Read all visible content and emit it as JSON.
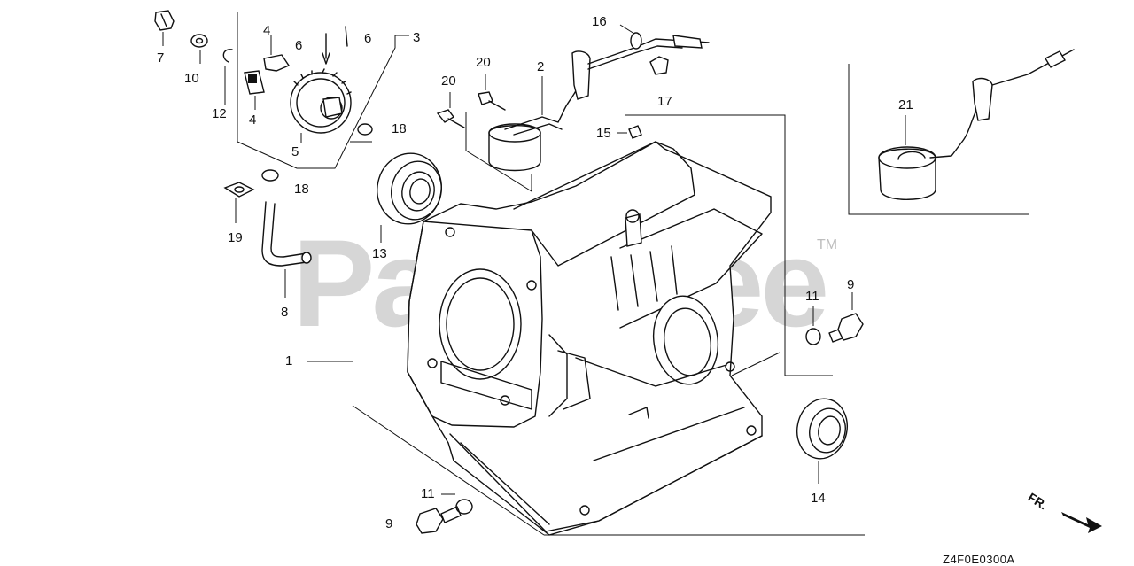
{
  "watermark": {
    "text": "PartsTree",
    "trademark": "TM"
  },
  "diagram_code": "Z4F0E0300A",
  "direction_label": "FR.",
  "callouts": [
    {
      "id": "c7",
      "text": "7"
    },
    {
      "id": "c10",
      "text": "10"
    },
    {
      "id": "c4a",
      "text": "4"
    },
    {
      "id": "c6a",
      "text": "6"
    },
    {
      "id": "c6b",
      "text": "6"
    },
    {
      "id": "c3",
      "text": "3"
    },
    {
      "id": "c12",
      "text": "12"
    },
    {
      "id": "c4b",
      "text": "4"
    },
    {
      "id": "c5",
      "text": "5"
    },
    {
      "id": "c18a",
      "text": "18"
    },
    {
      "id": "c18b",
      "text": "18"
    },
    {
      "id": "c19",
      "text": "19"
    },
    {
      "id": "c8",
      "text": "8"
    },
    {
      "id": "c16",
      "text": "16"
    },
    {
      "id": "c20a",
      "text": "20"
    },
    {
      "id": "c20b",
      "text": "20"
    },
    {
      "id": "c2",
      "text": "2"
    },
    {
      "id": "c17",
      "text": "17"
    },
    {
      "id": "c15",
      "text": "15"
    },
    {
      "id": "c13",
      "text": "13"
    },
    {
      "id": "c1",
      "text": "1"
    },
    {
      "id": "c21",
      "text": "21"
    },
    {
      "id": "c11a",
      "text": "11"
    },
    {
      "id": "c9a",
      "text": "9"
    },
    {
      "id": "c14",
      "text": "14"
    },
    {
      "id": "c11b",
      "text": "11"
    },
    {
      "id": "c9b",
      "text": "9"
    }
  ]
}
